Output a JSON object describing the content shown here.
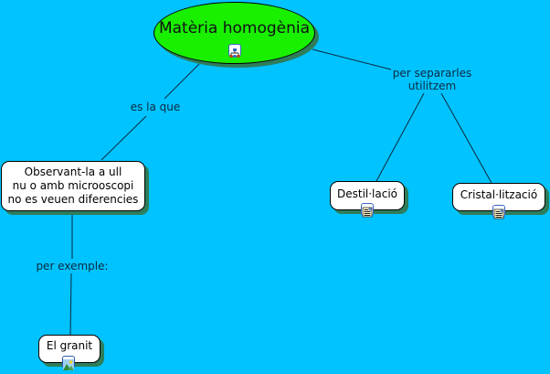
{
  "main_concept": {
    "label": "Matèria homogènia",
    "icon": "hierarchy-icon"
  },
  "link_labels": {
    "es_la_que": "es la que",
    "per_separarles_line1": "per separarles",
    "per_separarles_line2": "utilitzem",
    "per_exemple": "per exemple:"
  },
  "concepts": {
    "observant": {
      "line1": "Observant-la a ull",
      "line2": "nu o amb microoscopi",
      "line3": "no es veuen diferencies"
    },
    "granit": {
      "label": "El granit",
      "icon": "image-icon"
    },
    "destillacio": {
      "label": "Destil·lació",
      "icon": "document-icon"
    },
    "cristallitzacio": {
      "label": "Cristal·lització",
      "icon": "document-icon"
    }
  },
  "colors": {
    "background": "#00c3ff",
    "main_node": "#18f000",
    "shadow": "#2e7d5b"
  }
}
